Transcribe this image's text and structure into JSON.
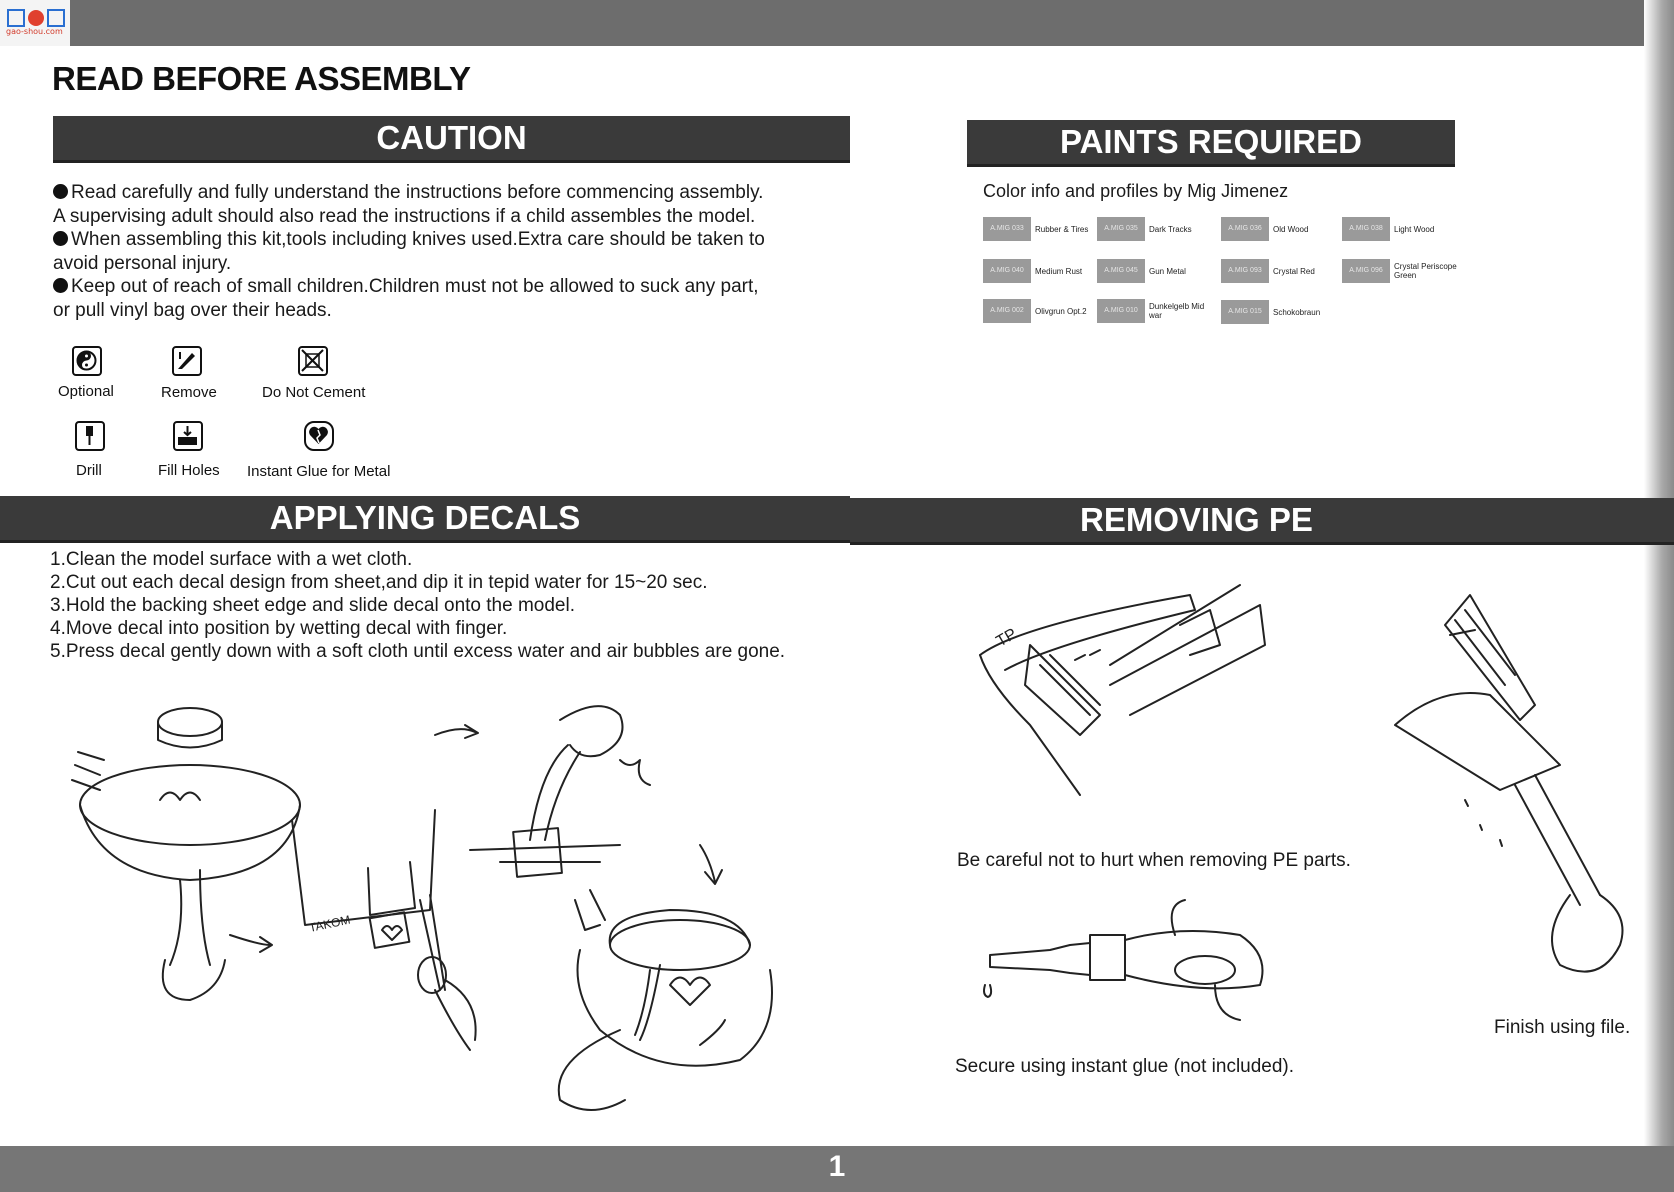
{
  "header": {
    "logo_text": "gao-shou.com",
    "title": "READ BEFORE ASSEMBLY"
  },
  "caution": {
    "heading": "CAUTION",
    "lines": [
      "Read carefully and fully understand the instructions before commencing assembly.",
      "A supervising adult should also read the instructions if a child assembles the model.",
      "When assembling this kit,tools including knives used.Extra care should be taken to",
      "avoid personal injury.",
      "Keep out of reach of small children.Children must not be allowed to suck any part,",
      "or pull vinyl bag over their heads."
    ],
    "symbols": [
      {
        "label": "Optional",
        "icon": "yin-yang-icon"
      },
      {
        "label": "Remove",
        "icon": "knife-icon"
      },
      {
        "label": "Do Not Cement",
        "icon": "no-cement-icon"
      },
      {
        "label": "Drill",
        "icon": "drill-icon"
      },
      {
        "label": "Fill Holes",
        "icon": "fill-holes-icon"
      },
      {
        "label": "Instant Glue for Metal",
        "icon": "glue-heart-icon"
      }
    ]
  },
  "paints": {
    "heading": "PAINTS REQUIRED",
    "intro": "Color info and profiles by Mig Jimenez",
    "items": [
      {
        "code": "A.MIG 033",
        "name": "Rubber & Tires"
      },
      {
        "code": "A.MIG 035",
        "name": "Dark Tracks"
      },
      {
        "code": "A.MIG 036",
        "name": "Old Wood"
      },
      {
        "code": "A.MIG 038",
        "name": "Light Wood"
      },
      {
        "code": "A.MIG 040",
        "name": "Medium Rust"
      },
      {
        "code": "A.MIG 045",
        "name": "Gun Metal"
      },
      {
        "code": "A.MIG 093",
        "name": "Crystal Red"
      },
      {
        "code": "A.MIG 096",
        "name": "Crystal Periscope Green"
      },
      {
        "code": "A.MIG 002",
        "name": "Olivgrun Opt.2"
      },
      {
        "code": "A.MIG 010",
        "name": "Dunkelgelb Mid war"
      },
      {
        "code": "A.MIG 015",
        "name": "Schokobraun"
      }
    ]
  },
  "decals": {
    "heading": "APPLYING DECALS",
    "steps": [
      "1.Clean the model surface with a wet cloth.",
      "2.Cut out each decal design from sheet,and dip it in tepid water for 15~20 sec.",
      "3.Hold the backing sheet edge and slide decal onto the model.",
      "4.Move decal into position by wetting decal with finger.",
      "5.Press decal gently down with a soft cloth until excess water and air bubbles are gone."
    ],
    "sheet_label": "TAKOM"
  },
  "pe": {
    "heading": "REMOVING PE",
    "caption_careful": "Be careful not to hurt when removing PE parts.",
    "caption_glue": "Secure using instant glue (not included).",
    "caption_file": "Finish using file.",
    "part_label": "TP"
  },
  "footer": {
    "page_number": "1"
  }
}
